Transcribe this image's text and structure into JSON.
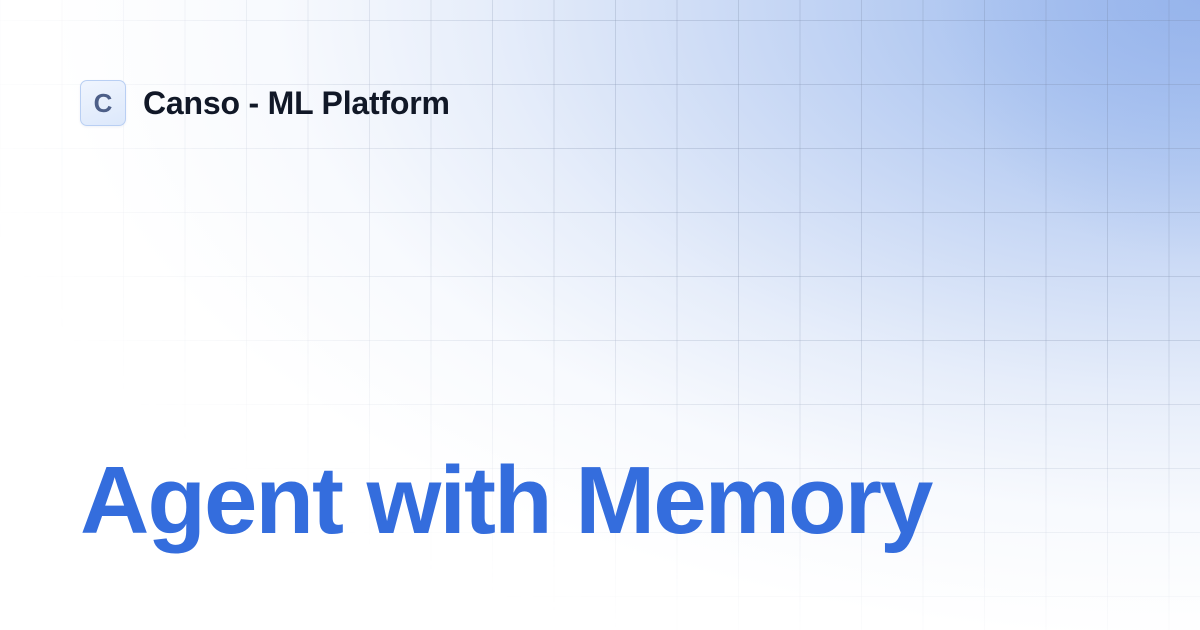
{
  "brand": {
    "logo_letter": "C",
    "name": "Canso - ML Platform"
  },
  "headline": {
    "title": "Agent with Memory"
  },
  "colors": {
    "headline": "#346DDD",
    "brand_text": "#111827",
    "logo_letter": "#4D5F88",
    "logo_border": "#B9CFF3",
    "gradient_corner": "#98B5EC",
    "background": "#FFFFFF"
  }
}
